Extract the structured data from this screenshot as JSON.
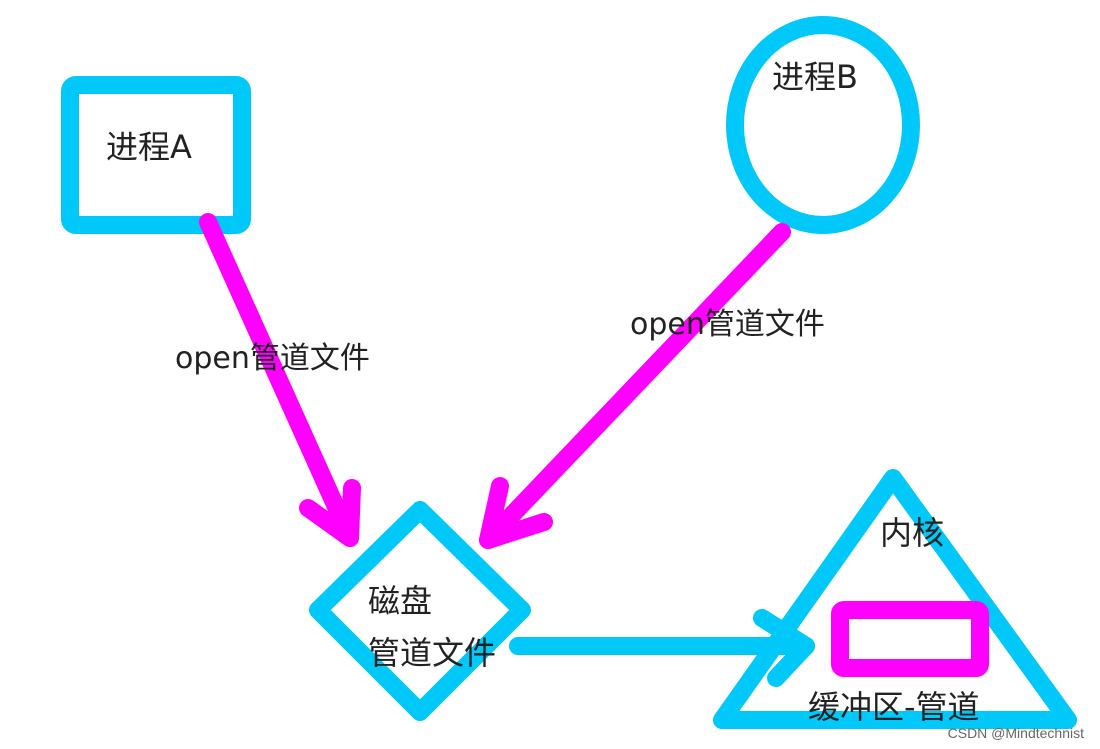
{
  "nodes": {
    "process_a": {
      "label": "进程A"
    },
    "process_b": {
      "label": "进程B"
    },
    "disk_pipe": {
      "line1": "磁盘",
      "line2": "管道文件"
    },
    "kernel": {
      "label": "内核"
    },
    "buffer": {
      "label": "缓冲区-管道"
    }
  },
  "edges": {
    "a_to_disk": {
      "label": "open管道文件"
    },
    "b_to_disk": {
      "label": "open管道文件"
    }
  },
  "colors": {
    "cyan": "#00C8F8",
    "magenta": "#FF00FF"
  },
  "watermark": "CSDN @Mindtechnist"
}
